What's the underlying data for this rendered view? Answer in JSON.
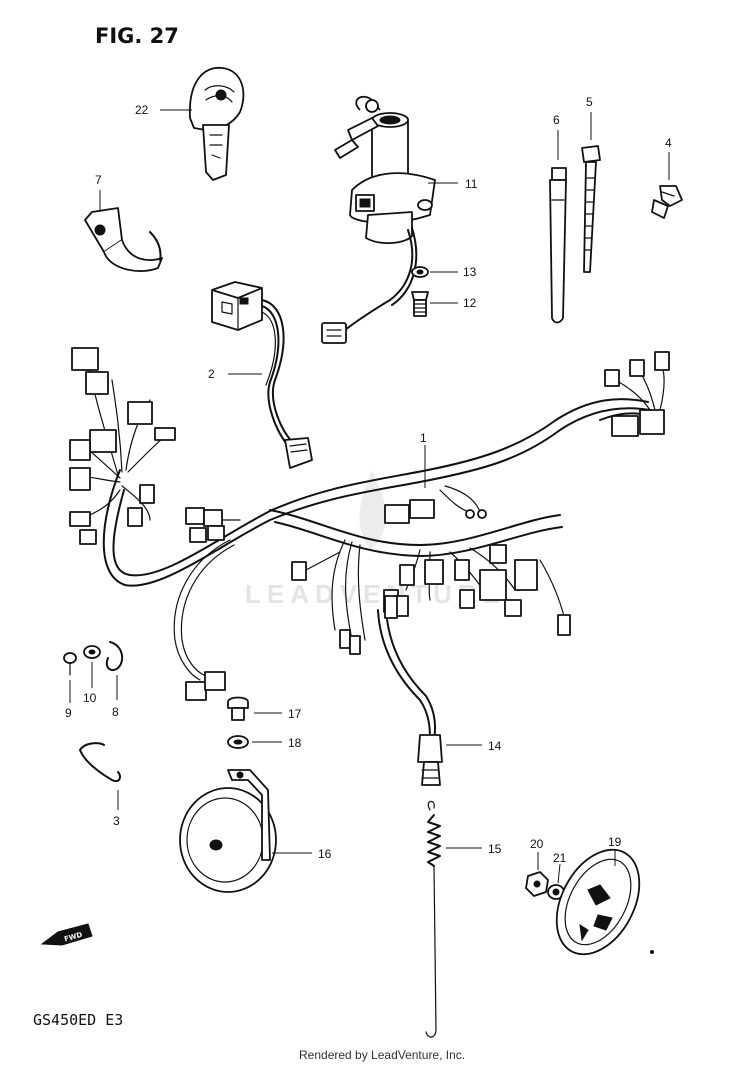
{
  "figure_label": "FIG. 27",
  "model_code": "GS450ED  E3",
  "credit": "Rendered by LeadVenture, Inc.",
  "watermark": "LEADVENTURE",
  "fwd_label": "FWD",
  "callouts": {
    "n1": "1",
    "n2": "2",
    "n3": "3",
    "n4": "4",
    "n5": "5",
    "n6": "6",
    "n7": "7",
    "n8": "8",
    "n9": "9",
    "n10": "10",
    "n11": "11",
    "n12": "12",
    "n13": "13",
    "n14": "14",
    "n15": "15",
    "n16": "16",
    "n17": "17",
    "n18": "18",
    "n19": "19",
    "n20": "20",
    "n21": "21",
    "n22": "22"
  }
}
